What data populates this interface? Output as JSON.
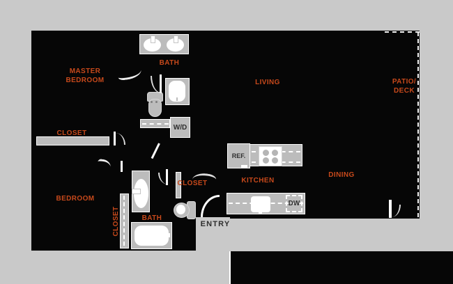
{
  "palette": {
    "background": "#c9c9c9",
    "unit_fill": "#060606",
    "fixture_gray": "#bcbcbc",
    "fixture_white": "#ffffff",
    "label_orange": "#c7491b",
    "dark_text": "#2e2e2e"
  },
  "rooms": {
    "master_bedroom": "MASTER\nBEDROOM",
    "master_bath": "BATH",
    "living": "LIVING",
    "patio_deck": "PATIO/\nDECK",
    "master_closet": "CLOSET",
    "bedroom": "BEDROOM",
    "bedroom_closet": "CLOSET",
    "entry_closet": "CLOSET",
    "bath2": "BATH",
    "kitchen": "KITCHEN",
    "dining": "DINING",
    "entry": "ENTRY"
  },
  "appliances": {
    "washer_dryer": "W/D",
    "refrigerator": "REF.",
    "dishwasher": "DW"
  }
}
